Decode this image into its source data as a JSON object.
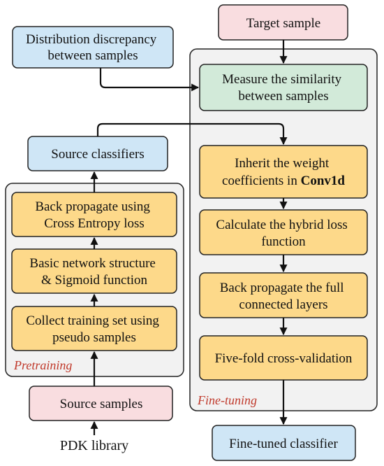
{
  "colors": {
    "input_fill": "#f9dde0",
    "data_fill": "#cfe6f6",
    "process_fill": "#fdd98a",
    "measure_fill": "#d2ead9",
    "group_fill": "#f2f2f2",
    "stroke": "#222222",
    "group_label": "#c0392b"
  },
  "groups": {
    "pretraining": "Pretraining",
    "finetuning": "Fine-tuning"
  },
  "nodes": {
    "target_sample": [
      "Target sample"
    ],
    "distribution_discrepancy": [
      "Distribution discrepancy",
      "between samples"
    ],
    "measure_similarity": [
      "Measure the similarity",
      "between samples"
    ],
    "source_classifiers": [
      "Source classifiers"
    ],
    "inherit_weights": [
      "Inherit the weight",
      "coefficients in "
    ],
    "inherit_weights_bold": "Conv1d",
    "back_propagate_ce": [
      "Back propagate using",
      "Cross Entropy loss"
    ],
    "hybrid_loss": [
      "Calculate the hybrid loss",
      "function"
    ],
    "basic_network": [
      "Basic network structure",
      "& Sigmoid function"
    ],
    "back_propagate_fc": [
      "Back propagate the full",
      "connected layers"
    ],
    "collect_training": [
      "Collect training set using",
      "pseudo samples"
    ],
    "five_fold": [
      "Five-fold cross-validation"
    ],
    "source_samples": [
      "Source samples"
    ],
    "finetuned_classifier": [
      "Fine-tuned classifier"
    ],
    "pdk_library": "PDK library"
  }
}
